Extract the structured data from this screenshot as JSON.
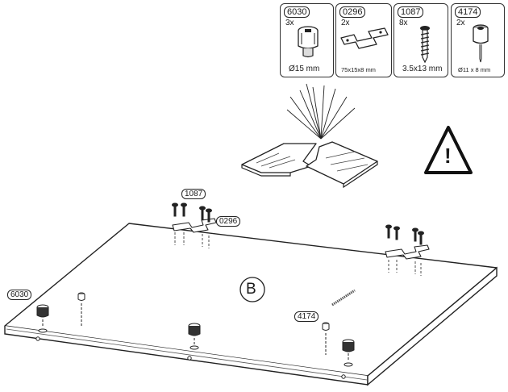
{
  "parts": [
    {
      "code": "6030",
      "qty": "3x",
      "size": "Ø15 mm"
    },
    {
      "code": "0296",
      "qty": "2x",
      "size": "75x15x8 mm"
    },
    {
      "code": "1087",
      "qty": "8x",
      "size": "3.5x13 mm"
    },
    {
      "code": "4174",
      "qty": "2x",
      "size": "Ø11 x 8 mm"
    }
  ],
  "callouts": {
    "screw": "1087",
    "bracket": "0296",
    "cam_lock": "6030",
    "glide": "4174"
  },
  "panel_label": "B",
  "warning_symbol": "!",
  "icons": [
    "cam-lock-icon",
    "bracket-icon",
    "screw-icon",
    "glide-icon",
    "broken-panel-icon",
    "warning-icon"
  ]
}
